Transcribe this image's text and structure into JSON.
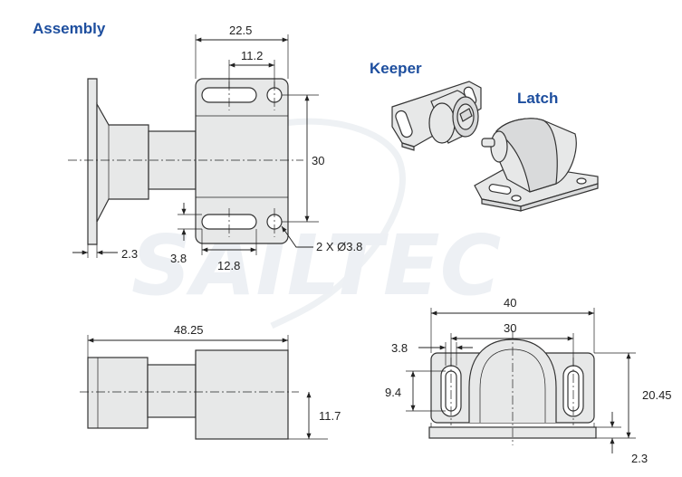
{
  "watermark": "SAILTEC",
  "headings": {
    "assembly": "Assembly",
    "keeper": "Keeper",
    "latch": "Latch"
  },
  "dims": {
    "d22_5": "22.5",
    "d11_2": "11.2",
    "d30_side": "30",
    "d2x38": "2 X Ø3.8",
    "d2_3_left": "2.3",
    "d3_8_left": "3.8",
    "d12_8": "12.8",
    "d48_25": "48.25",
    "d11_7": "11.7",
    "d40": "40",
    "d30_front": "30",
    "d3_8_front": "3.8",
    "d9_4": "9.4",
    "d20_45": "20.45",
    "d2_3_front": "2.3"
  },
  "colors": {
    "heading": "#1d4e9e",
    "part_fill": "#e7e8e8",
    "outline": "#333333",
    "watermark": "#edf0f4"
  }
}
